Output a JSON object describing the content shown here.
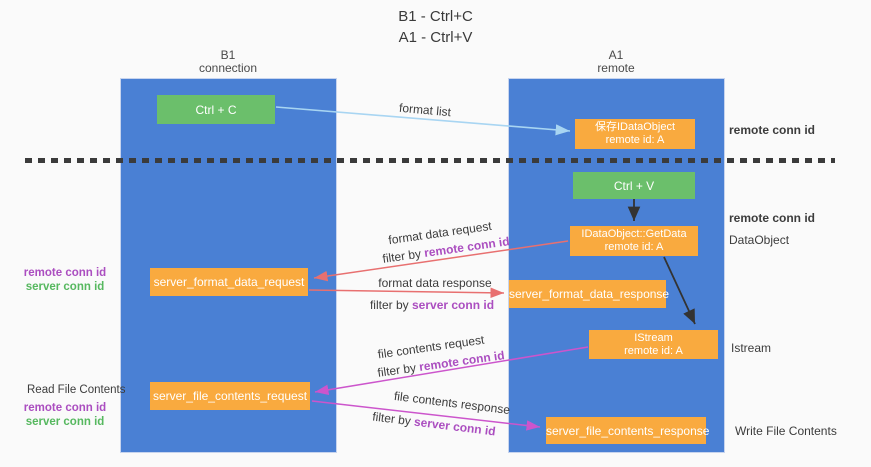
{
  "title": {
    "line1": "B1 - Ctrl+C",
    "line2": "A1 - Ctrl+V"
  },
  "lanes": {
    "left": {
      "title": "B1",
      "subtitle": "connection"
    },
    "right": {
      "title": "A1",
      "subtitle": "remote"
    }
  },
  "nodes": {
    "ctrl_c": {
      "label": "Ctrl + C"
    },
    "ctrl_v": {
      "label": "Ctrl + V"
    },
    "save_dataobject": {
      "line1": "保存IDataObject",
      "line2": "remote id: A"
    },
    "getdata": {
      "line1": "IDataObject::GetData",
      "line2": "remote id: A"
    },
    "istream": {
      "line1": "IStream",
      "line2": "remote id: A"
    },
    "server_format_data_request": {
      "label": "server_format_data_request"
    },
    "server_format_data_response": {
      "label": "server_format_data_response"
    },
    "server_file_contents_request": {
      "label": "server_file_contents_request"
    },
    "server_file_contents_response": {
      "label": "server_file_contents_response"
    }
  },
  "edge_labels": {
    "format_list": "format list",
    "format_data_request": "format data request",
    "format_data_response": "format data response",
    "file_contents_request": "file contents request",
    "file_contents_response": "file contents response",
    "filter_by": "filter by",
    "remote_conn_id": "remote conn id",
    "server_conn_id": "server conn id"
  },
  "side_labels": {
    "remote_conn_id": "remote conn id",
    "server_conn_id": "server conn id",
    "dataobject": "DataObject",
    "istream": "Istream",
    "read_file_contents": "Read File Contents",
    "write_file_contents": "Write File Contents"
  },
  "colors": {
    "lane_blue": "#4a80d4",
    "node_orange": "#f9aa3f",
    "node_green": "#6bbf6b",
    "remote_conn_purple": "#ab4ec0",
    "server_conn_green": "#56b85f",
    "arrow_red": "#e87070",
    "arrow_magenta": "#cc55cc",
    "arrow_lightblue": "#a8d5f2",
    "arrow_black": "#333333",
    "divider_dark": "#3b3b3b"
  }
}
